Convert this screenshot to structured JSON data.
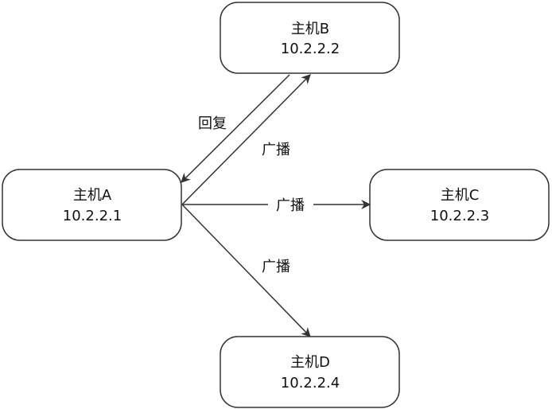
{
  "diagram": {
    "nodes": {
      "a": {
        "name": "主机A",
        "ip": "10.2.2.1"
      },
      "b": {
        "name": "主机B",
        "ip": "10.2.2.2"
      },
      "c": {
        "name": "主机C",
        "ip": "10.2.2.3"
      },
      "d": {
        "name": "主机D",
        "ip": "10.2.2.4"
      }
    },
    "edges": {
      "reply": {
        "label": "回复"
      },
      "broadcast_b": {
        "label": "广播"
      },
      "broadcast_c": {
        "label": "广播"
      },
      "broadcast_d": {
        "label": "广播"
      }
    }
  }
}
